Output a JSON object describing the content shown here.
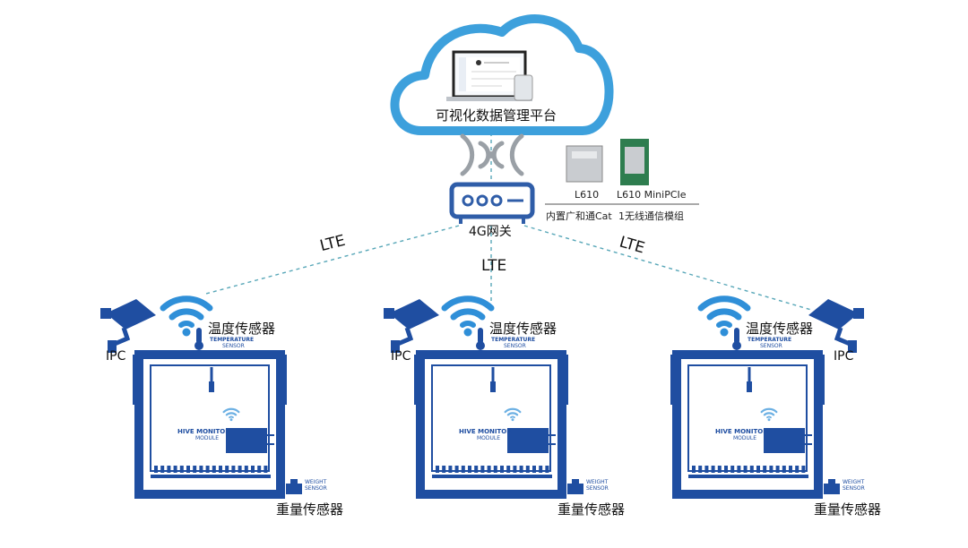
{
  "cloud": {
    "label": "可视化数据管理平台"
  },
  "gateway": {
    "label": "4G网关"
  },
  "modules": {
    "module1": "L610",
    "module2": "L610 MiniPCIe",
    "caption_left": "内置广和通Cat",
    "caption_right": "1无线通信模组"
  },
  "links": {
    "left": "LTE",
    "center": "LTE",
    "right": "LTE"
  },
  "nodes": [
    {
      "ipc": "IPC",
      "temp": "温度传感器",
      "temp_en1": "TEMPERATURE",
      "temp_en2": "SENSOR",
      "hive1": "HIVE MONITOR",
      "hive2": "MODULE",
      "weight_en1": "WEIGHT",
      "weight_en2": "SENSOR",
      "weight": "重量传感器"
    },
    {
      "ipc": "IPC",
      "temp": "温度传感器",
      "temp_en1": "TEMPERATURE",
      "temp_en2": "SENSOR",
      "hive1": "HIVE MONITOR",
      "hive2": "MODULE",
      "weight_en1": "WEIGHT",
      "weight_en2": "SENSOR",
      "weight": "重量传感器"
    },
    {
      "ipc": "IPC",
      "temp": "温度传感器",
      "temp_en1": "TEMPERATURE",
      "temp_en2": "SENSOR",
      "hive1": "HIVE MONITOR",
      "hive2": "MODULE",
      "weight_en1": "WEIGHT",
      "weight_en2": "SENSOR",
      "weight": "重量传感器"
    }
  ],
  "colors": {
    "accent": "#1f4ea1",
    "cloud": "#3da0dc",
    "link": "#58a7b8",
    "gateway": "#2f5da8"
  }
}
